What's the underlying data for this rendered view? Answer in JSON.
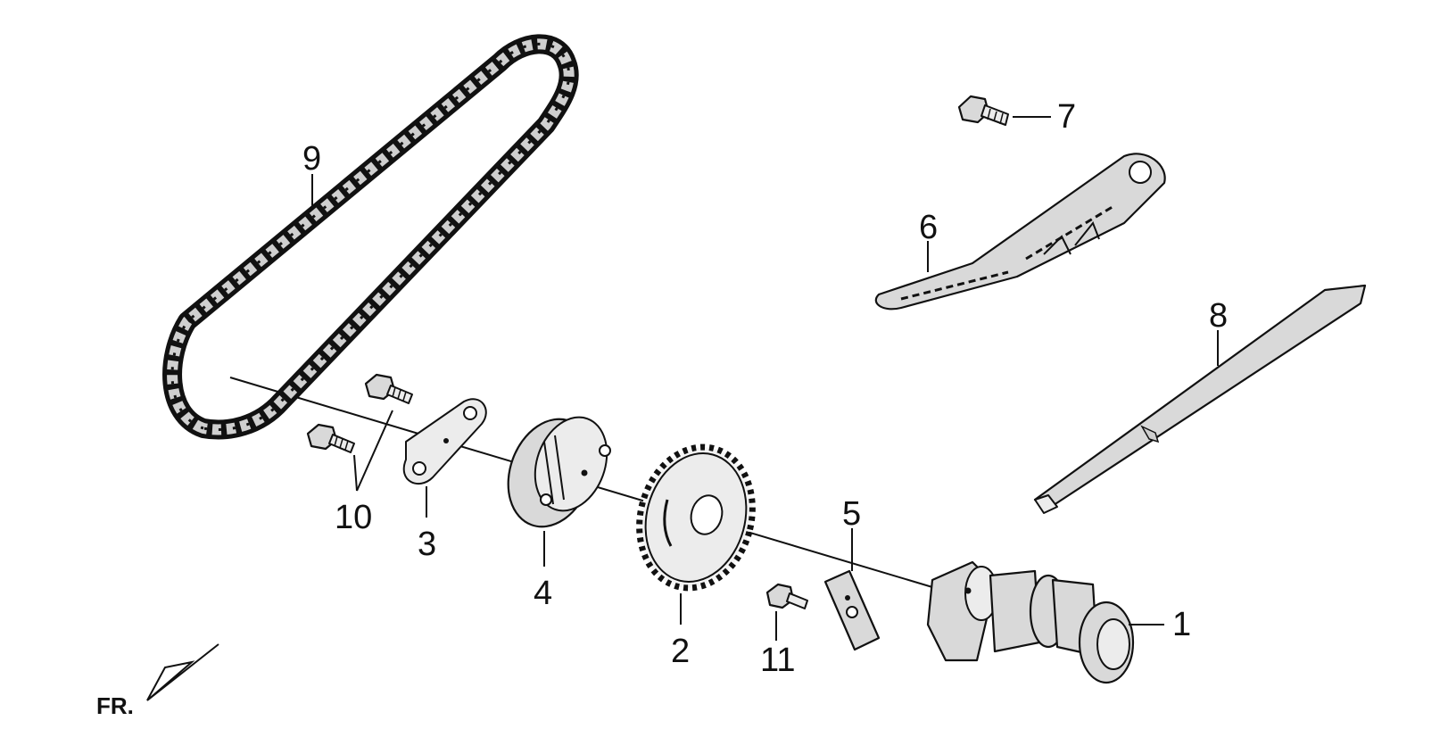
{
  "diagram": {
    "callouts": [
      {
        "id": "1",
        "label": "1"
      },
      {
        "id": "2",
        "label": "2"
      },
      {
        "id": "3",
        "label": "3"
      },
      {
        "id": "4",
        "label": "4"
      },
      {
        "id": "5",
        "label": "5"
      },
      {
        "id": "6",
        "label": "6"
      },
      {
        "id": "7",
        "label": "7"
      },
      {
        "id": "8",
        "label": "8"
      },
      {
        "id": "9",
        "label": "9"
      },
      {
        "id": "10",
        "label": "10"
      },
      {
        "id": "11",
        "label": "11"
      }
    ],
    "orientation": {
      "label": "FR."
    },
    "colors": {
      "line": "#111111",
      "part_fill": "#d9d9d9",
      "background": "#ffffff"
    }
  }
}
